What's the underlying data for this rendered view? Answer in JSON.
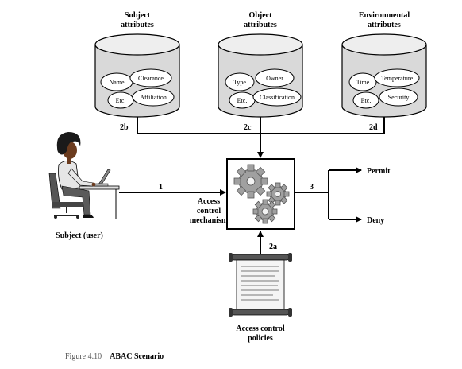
{
  "diagram": {
    "databases": [
      {
        "id": "subject",
        "title_line1": "Subject",
        "title_line2": "attributes",
        "ellipses": [
          "Name",
          "Clearance",
          "Etc.",
          "Affiliation"
        ]
      },
      {
        "id": "object",
        "title_line1": "Object",
        "title_line2": "attributes",
        "ellipses": [
          "Type",
          "Owner",
          "Etc.",
          "Classification"
        ]
      },
      {
        "id": "environmental",
        "title_line1": "Environmental",
        "title_line2": "attributes",
        "ellipses": [
          "Time",
          "Temperature",
          "Etc.",
          "Security"
        ]
      }
    ],
    "edge_labels": {
      "e1": "1",
      "e2a": "2a",
      "e2b": "2b",
      "e2c": "2c",
      "e2d": "2d",
      "e3": "3"
    },
    "mechanism_label_line1": "Access",
    "mechanism_label_line2": "control",
    "mechanism_label_line3": "mechanism",
    "subject_label": "Subject (user)",
    "policies_label_line1": "Access control",
    "policies_label_line2": "policies",
    "outcomes": {
      "permit": "Permit",
      "deny": "Deny"
    }
  },
  "caption": {
    "figure_number": "Figure 4.10",
    "figure_title": "ABAC Scenario"
  },
  "colors": {
    "cylinder_fill": "#d9d9d9",
    "cylinder_top": "#eeeeee",
    "line": "#000000",
    "gear": "#9a9a9a",
    "skin": "#6b3b1e",
    "hair": "#1a1a1a",
    "shirt": "#e6e6e6"
  }
}
